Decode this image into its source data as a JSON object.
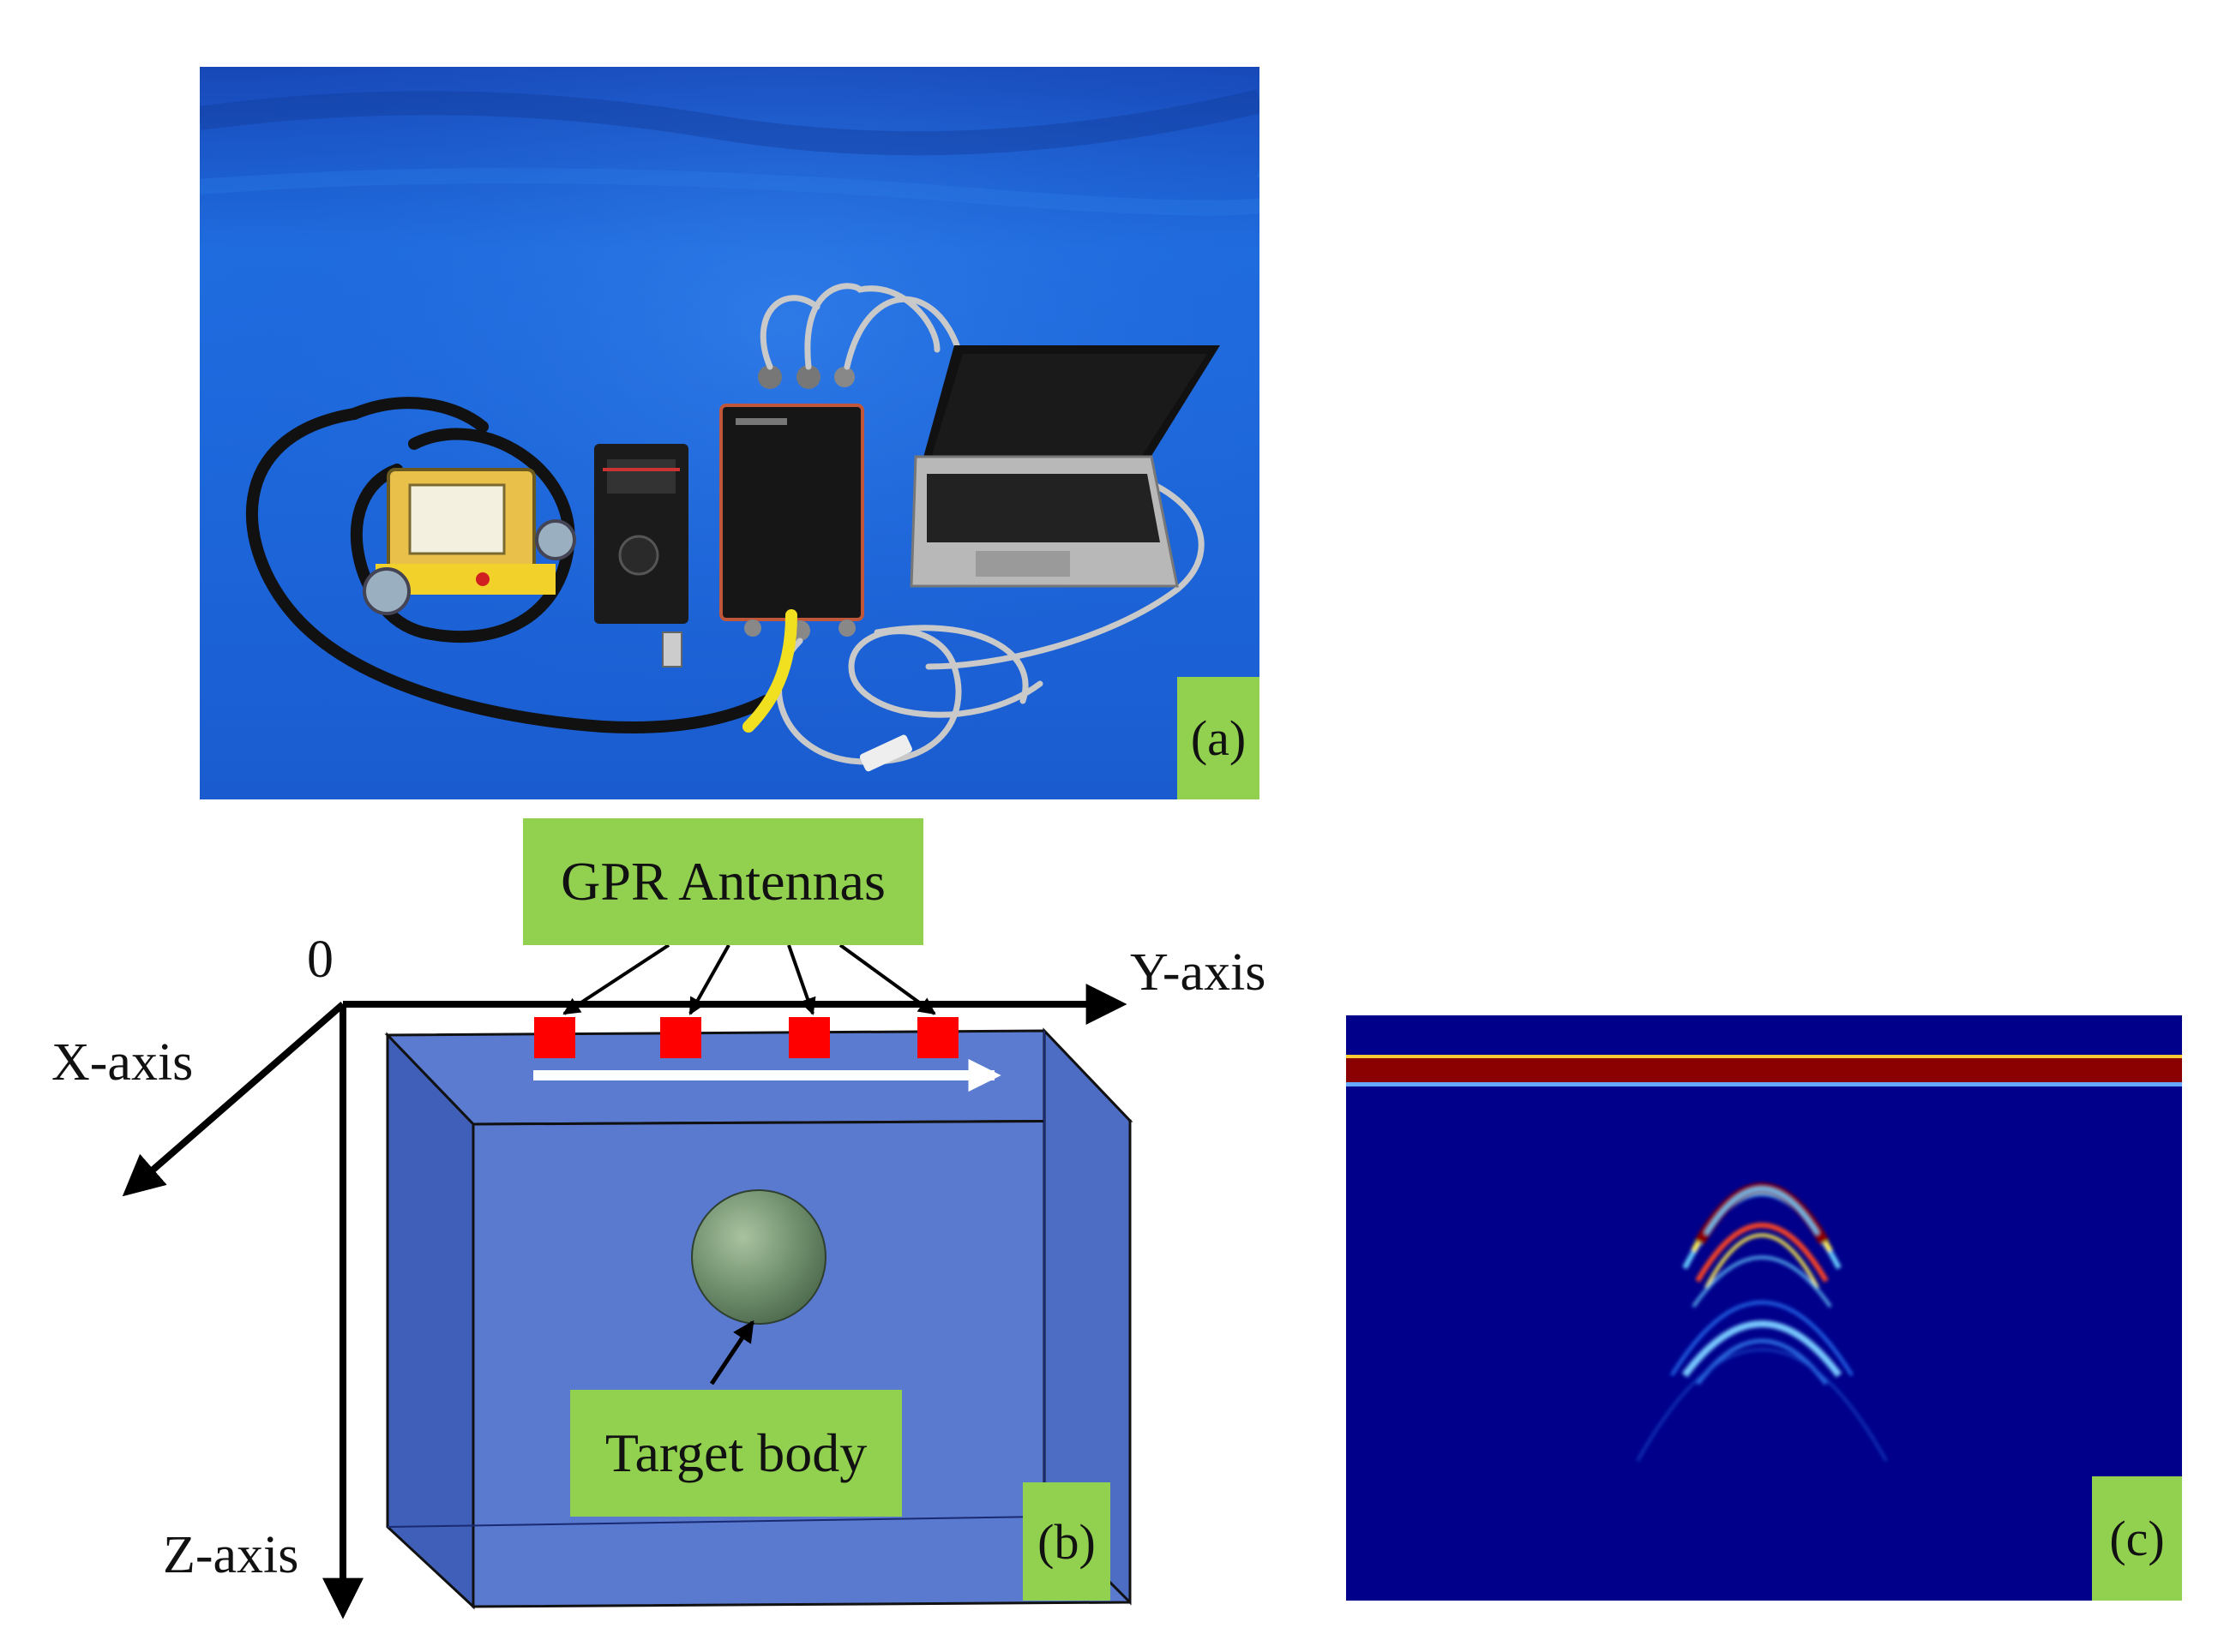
{
  "panel_a": {
    "label": "(a)"
  },
  "panel_b": {
    "label": "(b)",
    "antennas_label": "GPR Antennas",
    "target_label": "Target body",
    "origin_label": "0",
    "x_axis_label": "X-axis",
    "y_axis_label": "Y-axis",
    "z_axis_label": "Z-axis",
    "antenna_count": 4
  },
  "panel_c": {
    "label": "(c)"
  },
  "colors": {
    "photo_background": "#1a5fd6",
    "label_green": "#92d050",
    "box_fill": "#4a6fc9",
    "antenna_red": "#ff0000",
    "target_green": "#6b8a6b",
    "radargram_background": "#00008b",
    "direct_wave_red": "#8b0000"
  }
}
